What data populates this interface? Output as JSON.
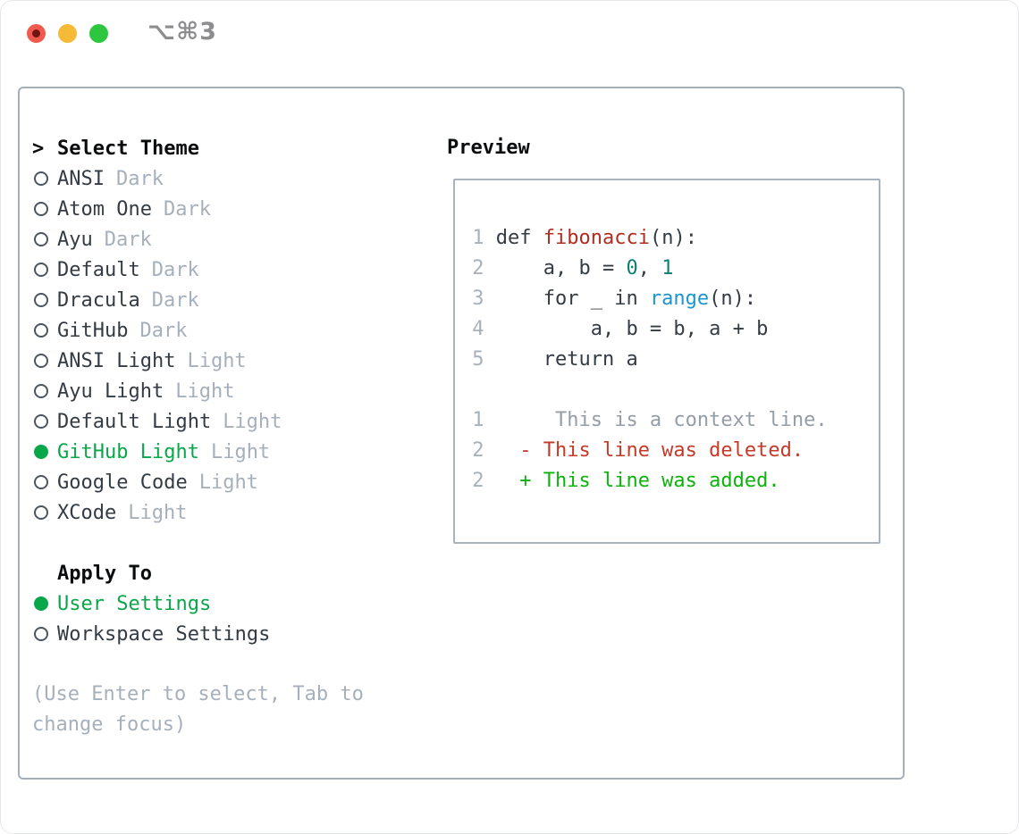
{
  "titlebar": {
    "title": "⌥⌘3",
    "buttons": [
      "close",
      "minimize",
      "zoom"
    ]
  },
  "colors": {
    "selected_green": "#09a74a",
    "added_green": "#0cb30c",
    "deleted_red": "#c43a28",
    "function_red": "#b22d1f",
    "literal_teal": "#0d7e74",
    "builtin_blue": "#1b95d2",
    "code_text": "#333b45",
    "line_number": "#a7b1bc",
    "context_gray": "#939da7",
    "muted_gray": "#a6b0bc",
    "header_black": "#0a0c0e",
    "panel_border": "#a4afba",
    "traffic_red": "#f25a50",
    "traffic_yellow": "#f5bb36",
    "traffic_green": "#2ec63e"
  },
  "theme_list": {
    "header_marker": ">",
    "header": "Select Theme",
    "items": [
      {
        "name": "ANSI",
        "variant": "Dark",
        "selected": false
      },
      {
        "name": "Atom One",
        "variant": "Dark",
        "selected": false
      },
      {
        "name": "Ayu",
        "variant": "Dark",
        "selected": false
      },
      {
        "name": "Default",
        "variant": "Dark",
        "selected": false
      },
      {
        "name": "Dracula",
        "variant": "Dark",
        "selected": false
      },
      {
        "name": "GitHub",
        "variant": "Dark",
        "selected": false
      },
      {
        "name": "ANSI Light",
        "variant": "Light",
        "selected": false
      },
      {
        "name": "Ayu Light",
        "variant": "Light",
        "selected": false
      },
      {
        "name": "Default Light",
        "variant": "Light",
        "selected": false
      },
      {
        "name": "GitHub Light",
        "variant": "Light",
        "selected": true
      },
      {
        "name": "Google Code",
        "variant": "Light",
        "selected": false
      },
      {
        "name": "XCode",
        "variant": "Light",
        "selected": false
      }
    ]
  },
  "apply_to": {
    "header": "Apply To",
    "items": [
      {
        "label": "User Settings",
        "selected": true
      },
      {
        "label": "Workspace Settings",
        "selected": false
      }
    ]
  },
  "help": {
    "line1": "(Use Enter to select, Tab to",
    "line2": "change focus)"
  },
  "preview": {
    "label": "Preview",
    "code_lines": [
      {
        "segments": [
          [
            "num",
            " 1 "
          ],
          [
            "code",
            "def "
          ],
          [
            "func",
            "fibonacci"
          ],
          [
            "code",
            "(n):"
          ]
        ]
      },
      {
        "segments": [
          [
            "num",
            " 2 "
          ],
          [
            "code",
            "    a, b = "
          ],
          [
            "literal",
            "0"
          ],
          [
            "code",
            ", "
          ],
          [
            "literal",
            "1"
          ]
        ]
      },
      {
        "segments": [
          [
            "num",
            " 3 "
          ],
          [
            "code",
            "    for _ in "
          ],
          [
            "builtin",
            "range"
          ],
          [
            "code",
            "(n):"
          ]
        ]
      },
      {
        "segments": [
          [
            "num",
            " 4 "
          ],
          [
            "code",
            "        a, b = b, a + b"
          ]
        ]
      },
      {
        "segments": [
          [
            "num",
            " 5 "
          ],
          [
            "code",
            "    return a"
          ]
        ]
      },
      {
        "segments": []
      },
      {
        "segments": [
          [
            "num",
            " 1 "
          ],
          [
            "context",
            "     This is a context line."
          ]
        ]
      },
      {
        "segments": [
          [
            "num",
            " 2 "
          ],
          [
            "deleted",
            "  - This line was deleted."
          ]
        ]
      },
      {
        "segments": [
          [
            "num",
            " 2 "
          ],
          [
            "added",
            "  + This line was added."
          ]
        ]
      }
    ]
  }
}
